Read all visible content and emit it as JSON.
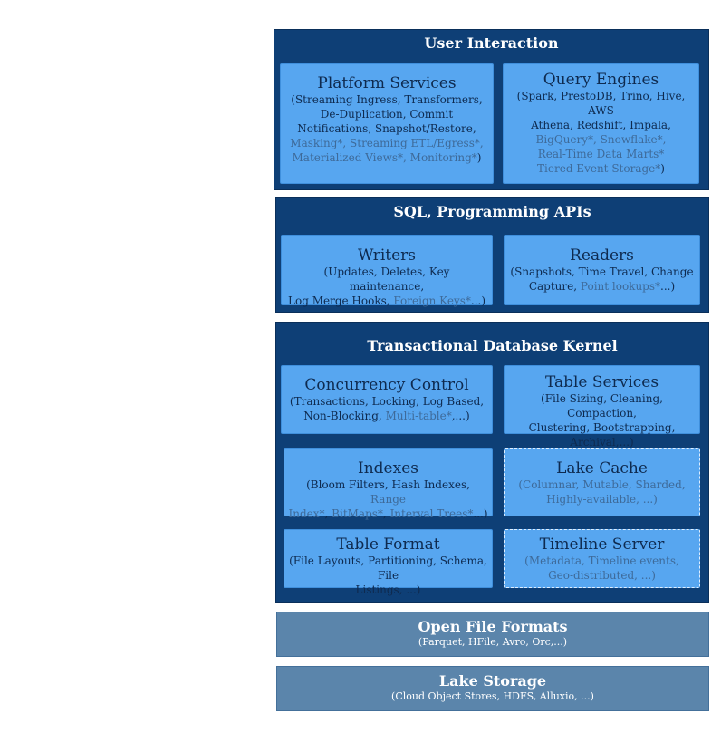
{
  "layers": {
    "user_interaction": {
      "title": "User Interaction",
      "platform_services": {
        "title": "Platform Services",
        "desc_lines": [
          "(Streaming Ingress, Transformers,",
          "De-Duplication, Commit",
          "Notifications, Snapshot/Restore,"
        ],
        "planned_lines": [
          "Masking*, Streaming ETL/Egress*,",
          "Materialized Views*,   Monitoring*"
        ],
        "close": ")"
      },
      "query_engines": {
        "title": "Query Engines",
        "desc_lines": [
          "(Spark, PrestoDB, Trino, Hive, AWS",
          "Athena, Redshift, Impala,"
        ],
        "planned_lines": [
          "BigQuery*, Snowflake*,",
          "Real-Time Data Marts*",
          "Tiered Event Storage*"
        ],
        "close": ")"
      }
    },
    "sql_apis": {
      "title": "SQL, Programming APIs",
      "writers": {
        "title": "Writers",
        "line1": "(Updates, Deletes, Key maintenance,",
        "line2_plain": "Log Merge Hooks, ",
        "line2_planned": "Foreign Keys*",
        "line2_close": "...)"
      },
      "readers": {
        "title": "Readers",
        "line1": "(Snapshots, Time Travel, Change",
        "line2_plain": "Capture, ",
        "line2_planned": "Point lookups*",
        "line2_close": "...)"
      }
    },
    "kernel": {
      "title": "Transactional Database Kernel",
      "concurrency": {
        "title": "Concurrency Control",
        "line1": "(Transactions, Locking, Log Based,",
        "line2_plain": "Non-Blocking, ",
        "line2_planned": "Multi-table*",
        "line2_close": ",...)"
      },
      "table_services": {
        "title": "Table Services",
        "lines": [
          "(File Sizing, Cleaning, Compaction,",
          "Clustering, Bootstrapping,",
          "Archival,...)"
        ]
      },
      "indexes": {
        "title": "Indexes",
        "line1_plain": "(Bloom Filters, Hash Indexes, ",
        "line1_planned": "Range",
        "line2_planned_a": "Index*",
        "line2_sep1": ", ",
        "line2_planned_b": "BitMaps*",
        "line2_sep2": ", ",
        "line2_planned_c": "Interval Trees*",
        "line2_close": "...)"
      },
      "lake_cache": {
        "title": "Lake Cache",
        "lines": [
          "(Columnar, Mutable, Sharded,",
          "Highly-available, ...)"
        ]
      },
      "table_format": {
        "title": "Table Format",
        "lines": [
          "(File Layouts, Partitioning, Schema, File",
          "Listings, ...)"
        ]
      },
      "timeline_server": {
        "title": "Timeline Server",
        "lines": [
          "(Metadata, Timeline events,",
          "Geo-distributed, ...)"
        ]
      }
    },
    "open_file_formats": {
      "title": "Open File Formats",
      "desc": "(Parquet, HFile, Avro, Orc,...)"
    },
    "lake_storage": {
      "title": "Lake Storage",
      "desc": "(Cloud Object Stores, HDFS, Alluxio, ...)"
    }
  },
  "colors": {
    "layer_bg": "#0e3f76",
    "box_bg": "#57a6f0",
    "planned_text": "#3e6a99",
    "flat_bg": "#5b85ab"
  }
}
